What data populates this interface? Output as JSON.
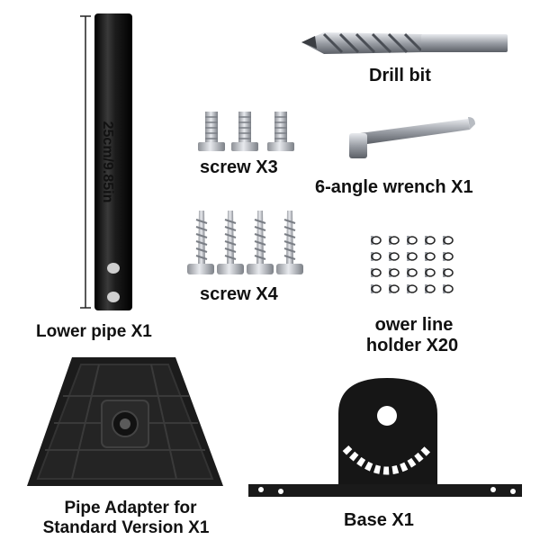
{
  "labels": {
    "lower_pipe_length": "25cm/9.85in",
    "lower_pipe": "Lower pipe X1",
    "drill_bit": "Drill bit",
    "screw_x3": "screw X3",
    "wrench": "6-angle wrench X1",
    "screw_x4": "screw X4",
    "power_line_holder_line1": "ower line",
    "power_line_holder_line2": "holder X20",
    "pipe_adapter_line1": "Pipe Adapter for",
    "pipe_adapter_line2": "Standard Version X1",
    "base": "Base X1"
  },
  "colors": {
    "pipe": "#141414",
    "metal": "#b8bcc2",
    "plastic": "#1a1a1a"
  }
}
